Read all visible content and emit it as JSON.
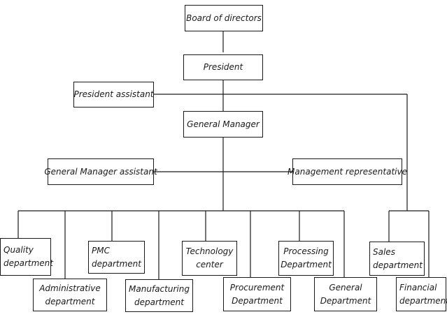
{
  "org_chart": {
    "board": "Board of directors",
    "president": "President",
    "president_assistant": "President assistant",
    "general_manager": "General Manager",
    "gm_assistant": "General Manager assistant",
    "management_rep": "Management representative",
    "departments": {
      "quality": [
        "Quality",
        "department"
      ],
      "administrative": [
        "Administrative",
        "department"
      ],
      "pmc": [
        "PMC",
        "department"
      ],
      "manufacturing": [
        "Manufacturing",
        "department"
      ],
      "technology": [
        "Technology",
        "center"
      ],
      "procurement": [
        "Procurement",
        "Department"
      ],
      "processing": [
        "Processing",
        "Department"
      ],
      "general": [
        "General",
        "Department"
      ],
      "sales": [
        "Sales",
        "department"
      ],
      "financial": [
        "Financial",
        "department"
      ]
    }
  }
}
